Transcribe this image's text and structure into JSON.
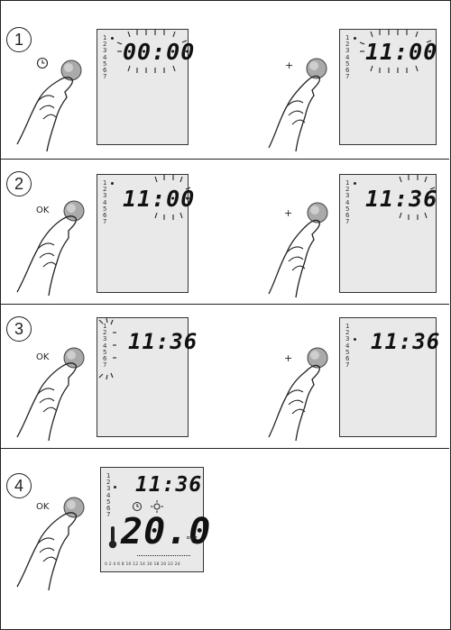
{
  "steps": [
    {
      "number": "1",
      "left": {
        "button_label": "",
        "button_icon": "clock-icon",
        "display_time": "00:00",
        "blinking": "time",
        "day_dot": "1"
      },
      "right": {
        "button_label": "+",
        "display_time": "11:00",
        "blinking": "time",
        "day_dot": "1"
      }
    },
    {
      "number": "2",
      "left": {
        "button_label": "OK",
        "display_time": "11:00",
        "blinking": "minutes",
        "day_dot": "1"
      },
      "right": {
        "button_label": "+",
        "display_time": "11:36",
        "blinking": "minutes",
        "day_dot": "1"
      }
    },
    {
      "number": "3",
      "left": {
        "button_label": "OK",
        "display_time": "11:36",
        "blinking": "days"
      },
      "right": {
        "button_label": "+",
        "display_time": "11:36",
        "day_dot": "3"
      }
    },
    {
      "number": "4",
      "left": {
        "button_label": "OK",
        "display_time": "11:36",
        "day_dot": "3",
        "temperature": "20.0",
        "unit": "°C",
        "icons": [
          "clock-icon",
          "sun-icon",
          "thermometer-icon"
        ],
        "hour_scale": "0 2 4 6 8 10 12 14 16 18 20 22 24"
      }
    }
  ],
  "lcd_days": [
    "1",
    "2",
    "3",
    "4",
    "5",
    "6",
    "7"
  ]
}
